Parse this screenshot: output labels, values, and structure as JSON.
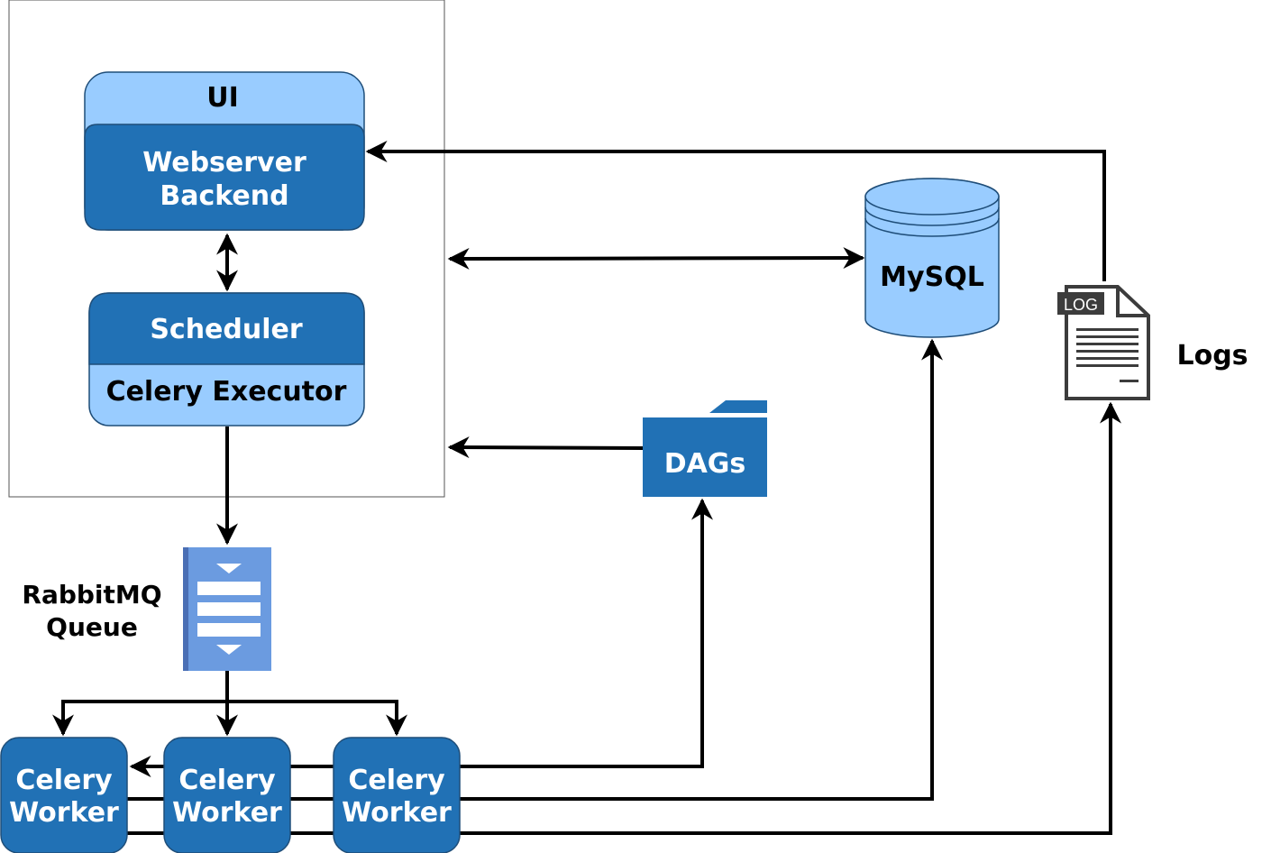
{
  "ui": {
    "title": "UI",
    "webserver_line1": "Webserver",
    "webserver_line2": "Backend"
  },
  "scheduler": {
    "title": "Scheduler",
    "executor": "Celery Executor"
  },
  "queue": {
    "line1": "RabbitMQ",
    "line2": "Queue"
  },
  "workers": [
    {
      "line1": "Celery",
      "line2": "Worker"
    },
    {
      "line1": "Celery",
      "line2": "Worker"
    },
    {
      "line1": "Celery",
      "line2": "Worker"
    }
  ],
  "database": {
    "label": "MySQL"
  },
  "dags": {
    "label": "DAGs"
  },
  "logs": {
    "badge": "LOG",
    "label": "Logs"
  },
  "colors": {
    "dark_blue": "#2171b5",
    "light_blue": "#99ccff",
    "queue_blue": "#6b9be0",
    "outline": "#1f4e79",
    "line": "#000000"
  }
}
